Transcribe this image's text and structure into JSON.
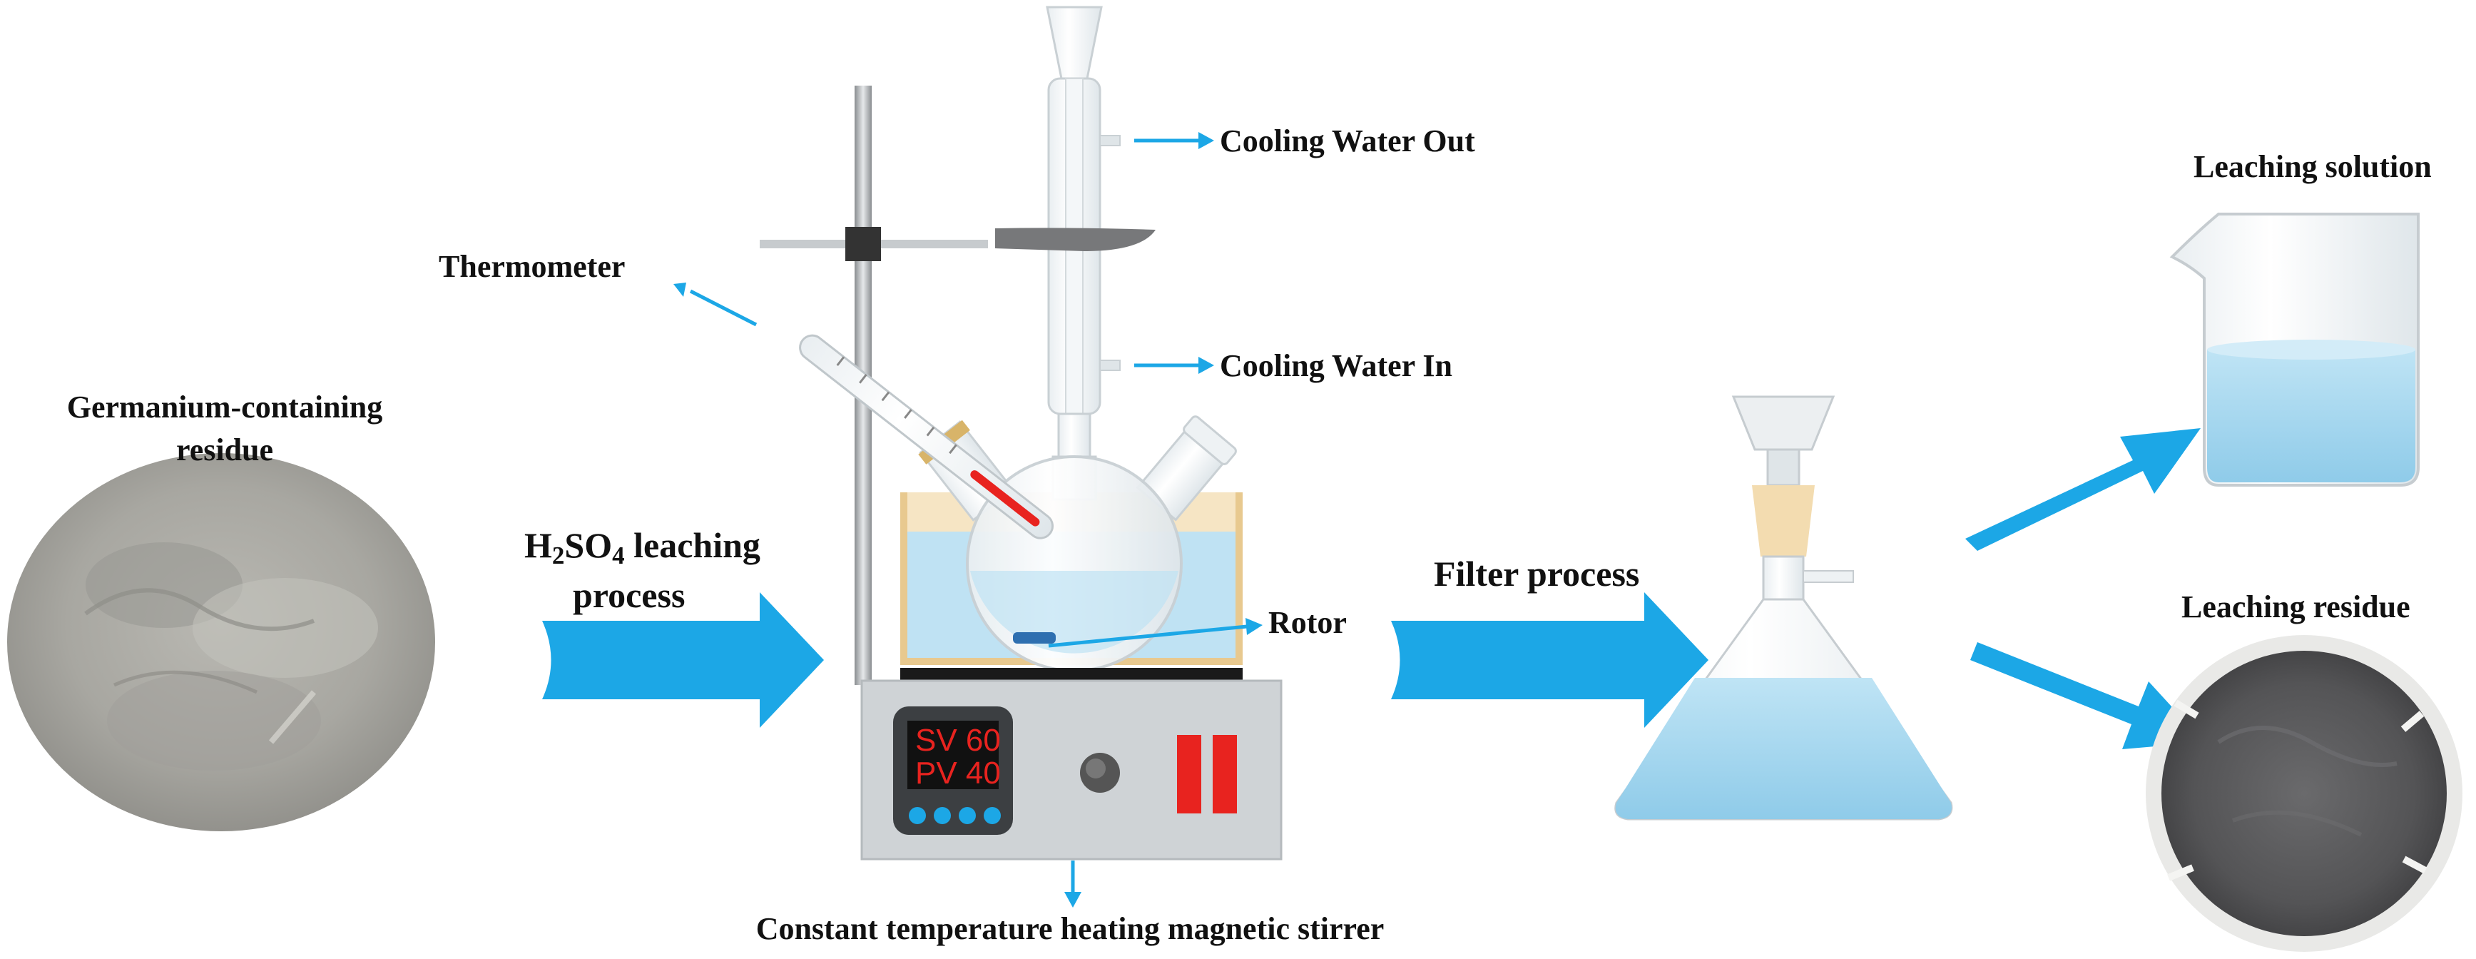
{
  "labels": {
    "residue_line1": "Germanium-containing",
    "residue_line2": "residue",
    "leach_h": "H",
    "leach_2": "2",
    "leach_so": "SO",
    "leach_4": "4",
    "leach_rest": " leaching",
    "leach_line2": "process",
    "thermometer": "Thermometer",
    "cooling_out": "Cooling Water Out",
    "cooling_in": "Cooling Water In",
    "rotor": "Rotor",
    "stirrer": "Constant temperature heating magnetic stirrer",
    "filter": "Filter process",
    "leach_solution": "Leaching solution",
    "leach_residue": "Leaching residue"
  },
  "display": {
    "sv": "SV 60",
    "pv": "PV 40"
  },
  "colors": {
    "arrow_blue": "#1ca7e6",
    "liquid_blue": "#9fd6ef",
    "display_red": "#e8231f",
    "heater_gray": "#cfd3d6",
    "residue_gray": "#a9a9a4",
    "residue_dark": "#5a5a5c"
  }
}
